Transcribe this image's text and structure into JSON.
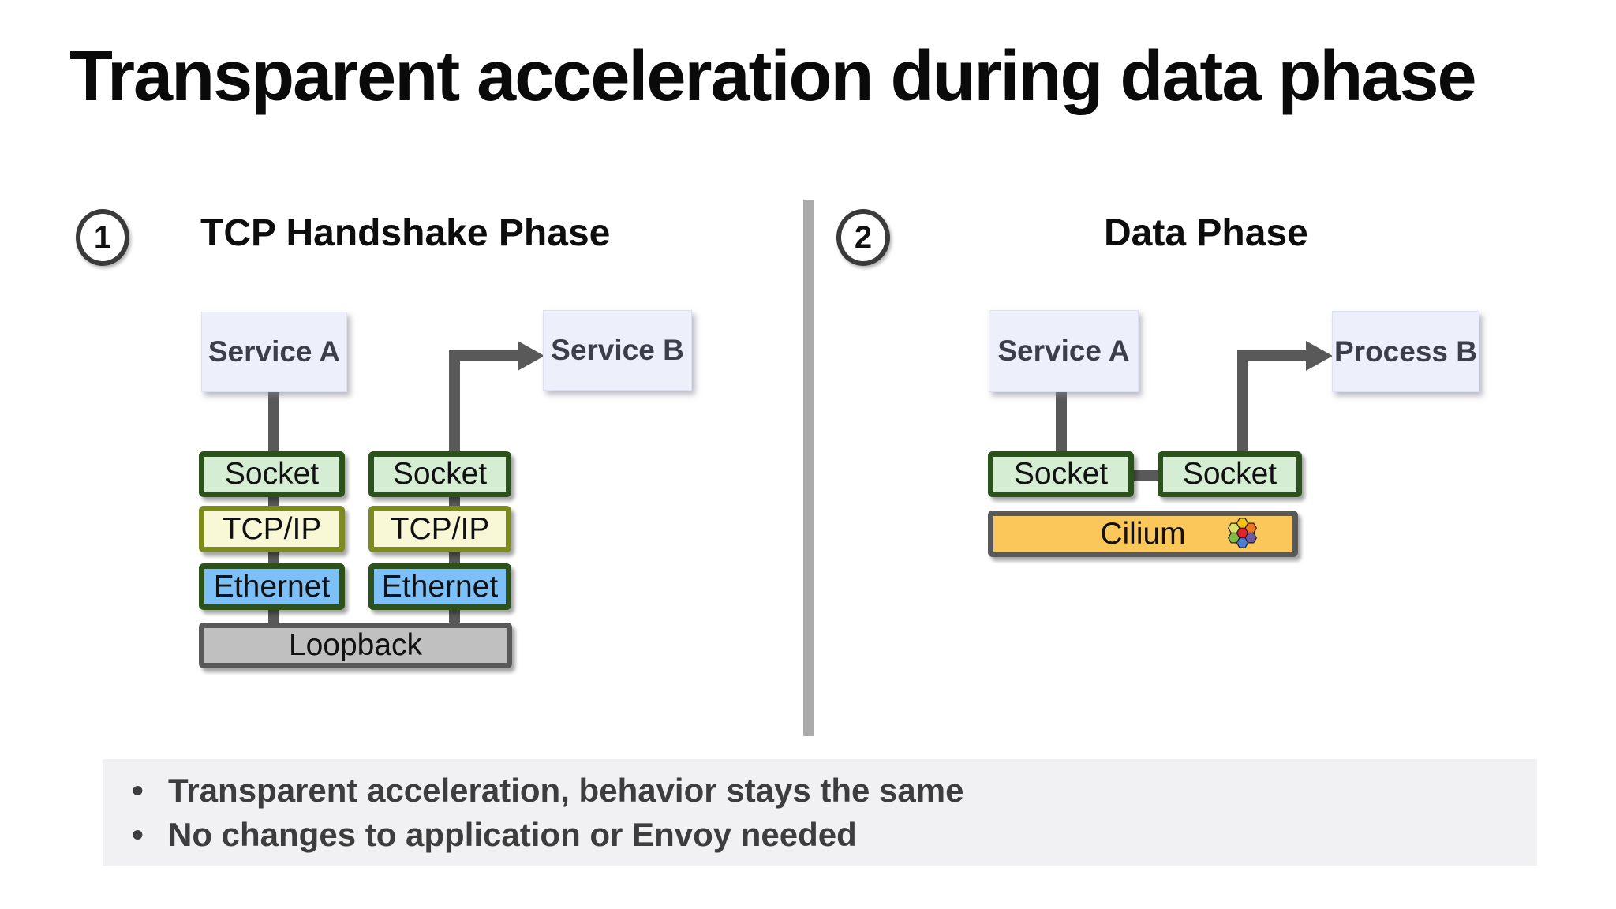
{
  "title": "Transparent acceleration during data phase",
  "panels": {
    "left": {
      "number": "1",
      "heading": "TCP Handshake Phase",
      "service_a": "Service A",
      "service_b": "Service B",
      "stack_a": [
        "Socket",
        "TCP/IP",
        "Ethernet"
      ],
      "stack_b": [
        "Socket",
        "TCP/IP",
        "Ethernet"
      ],
      "loopback": "Loopback"
    },
    "right": {
      "number": "2",
      "heading": "Data Phase",
      "service_a": "Service A",
      "process_b": "Process B",
      "socket_a": "Socket",
      "socket_b": "Socket",
      "cilium": "Cilium"
    }
  },
  "bullets": [
    "Transparent acceleration, behavior stays the same",
    "No changes to application or Envoy needed"
  ],
  "colors": {
    "socket_fill": "#d5edd3",
    "socket_border": "#2b511c",
    "tcpip_fill": "#f8f8d6",
    "tcpip_border": "#7d8a1f",
    "ethernet_fill": "#7cc0f7",
    "ethernet_border": "#2b511c",
    "loopback_fill": "#c0c0c0",
    "loopback_border": "#595959",
    "cilium_fill": "#fbc75b",
    "cilium_border": "#595959",
    "service_fill": "#edeffa",
    "connector": "#595959",
    "divider": "#ababab",
    "bullets_bg": "#f1f0f2"
  },
  "cilium_logo": {
    "name": "cilium-hexagon-logo",
    "hexagons": {
      "top_left": "#dce06a",
      "top": "#f5c213",
      "top_right": "#ee7623",
      "center": "#e0232e",
      "bottom_left": "#80bc42",
      "bottom_right": "#6a5aa5",
      "bottom": "#4a7ed2"
    }
  }
}
